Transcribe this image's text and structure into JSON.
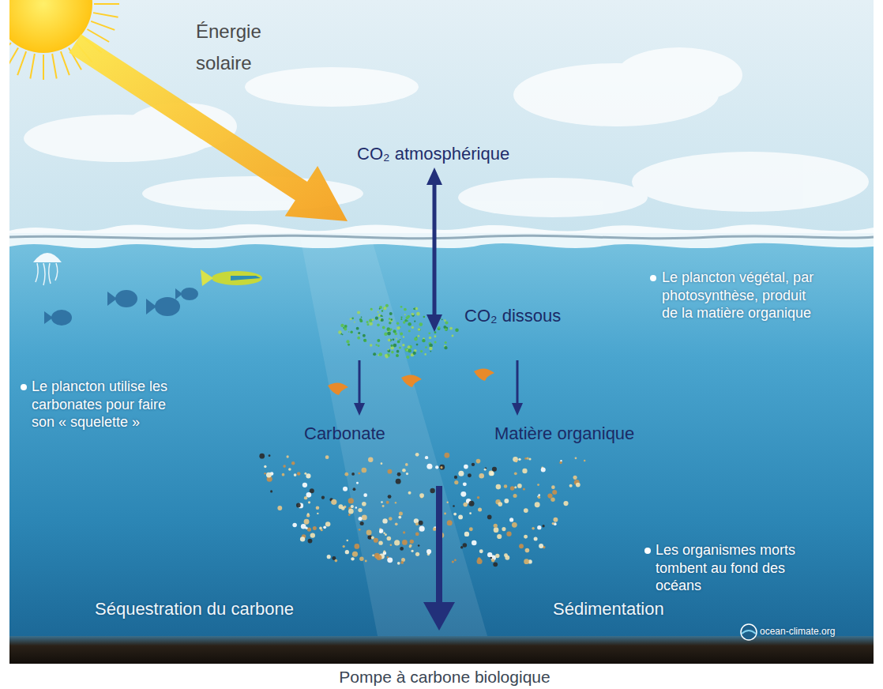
{
  "diagram": {
    "caption": "Pompe à carbone biologique",
    "labels": [
      "Énergie solaire",
      "CO₂ atmosphérique",
      "CO₂ dissous",
      "Le plancton végétal, par photosynthèse, produit de la matière organique",
      "Le plancton utilise les carbonates pour faire son « squelette »",
      "Carbonate",
      "Matière organique",
      "Les organismes morts tombent au fond des océans",
      "Séquestration du carbone",
      "Sédimentation",
      "ocean-climate.org"
    ]
  }
}
